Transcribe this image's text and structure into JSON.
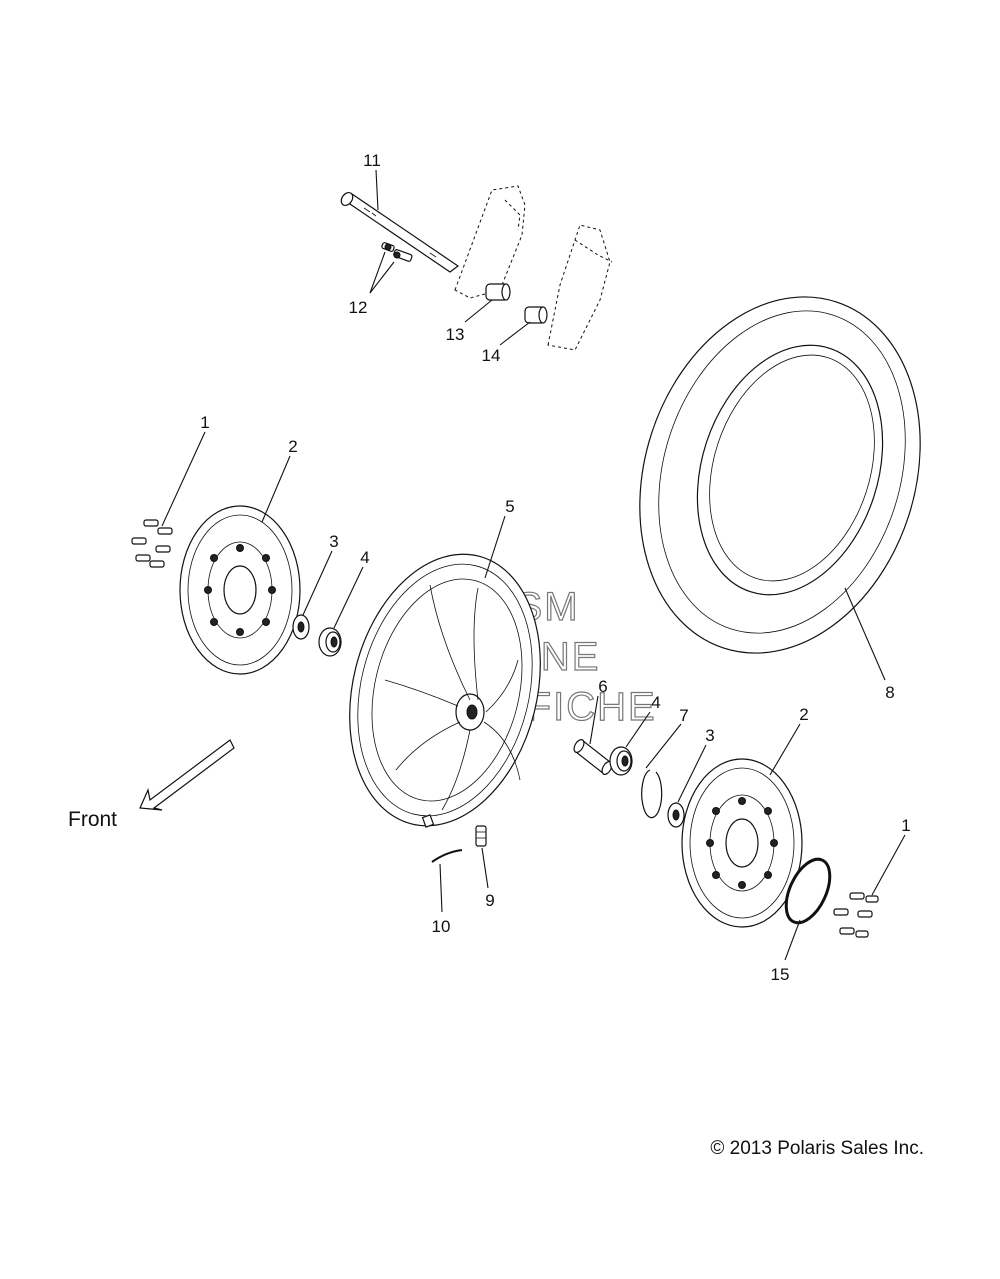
{
  "callouts": {
    "c1_left": "1",
    "c2_left": "2",
    "c3_left": "3",
    "c4_left": "4",
    "c5": "5",
    "c6": "6",
    "c4_right": "4",
    "c7": "7",
    "c3_right": "3",
    "c2_right": "2",
    "c1_right": "1",
    "c8": "8",
    "c9": "9",
    "c10": "10",
    "c11": "11",
    "c12": "12",
    "c13": "13",
    "c14": "14",
    "c15": "15"
  },
  "front_label": "Front",
  "copyright": "© 2013 Polaris Sales Inc.",
  "watermark": {
    "line1": "HLSM",
    "line2": "ONLINE",
    "line3": "MICROFICHE"
  }
}
